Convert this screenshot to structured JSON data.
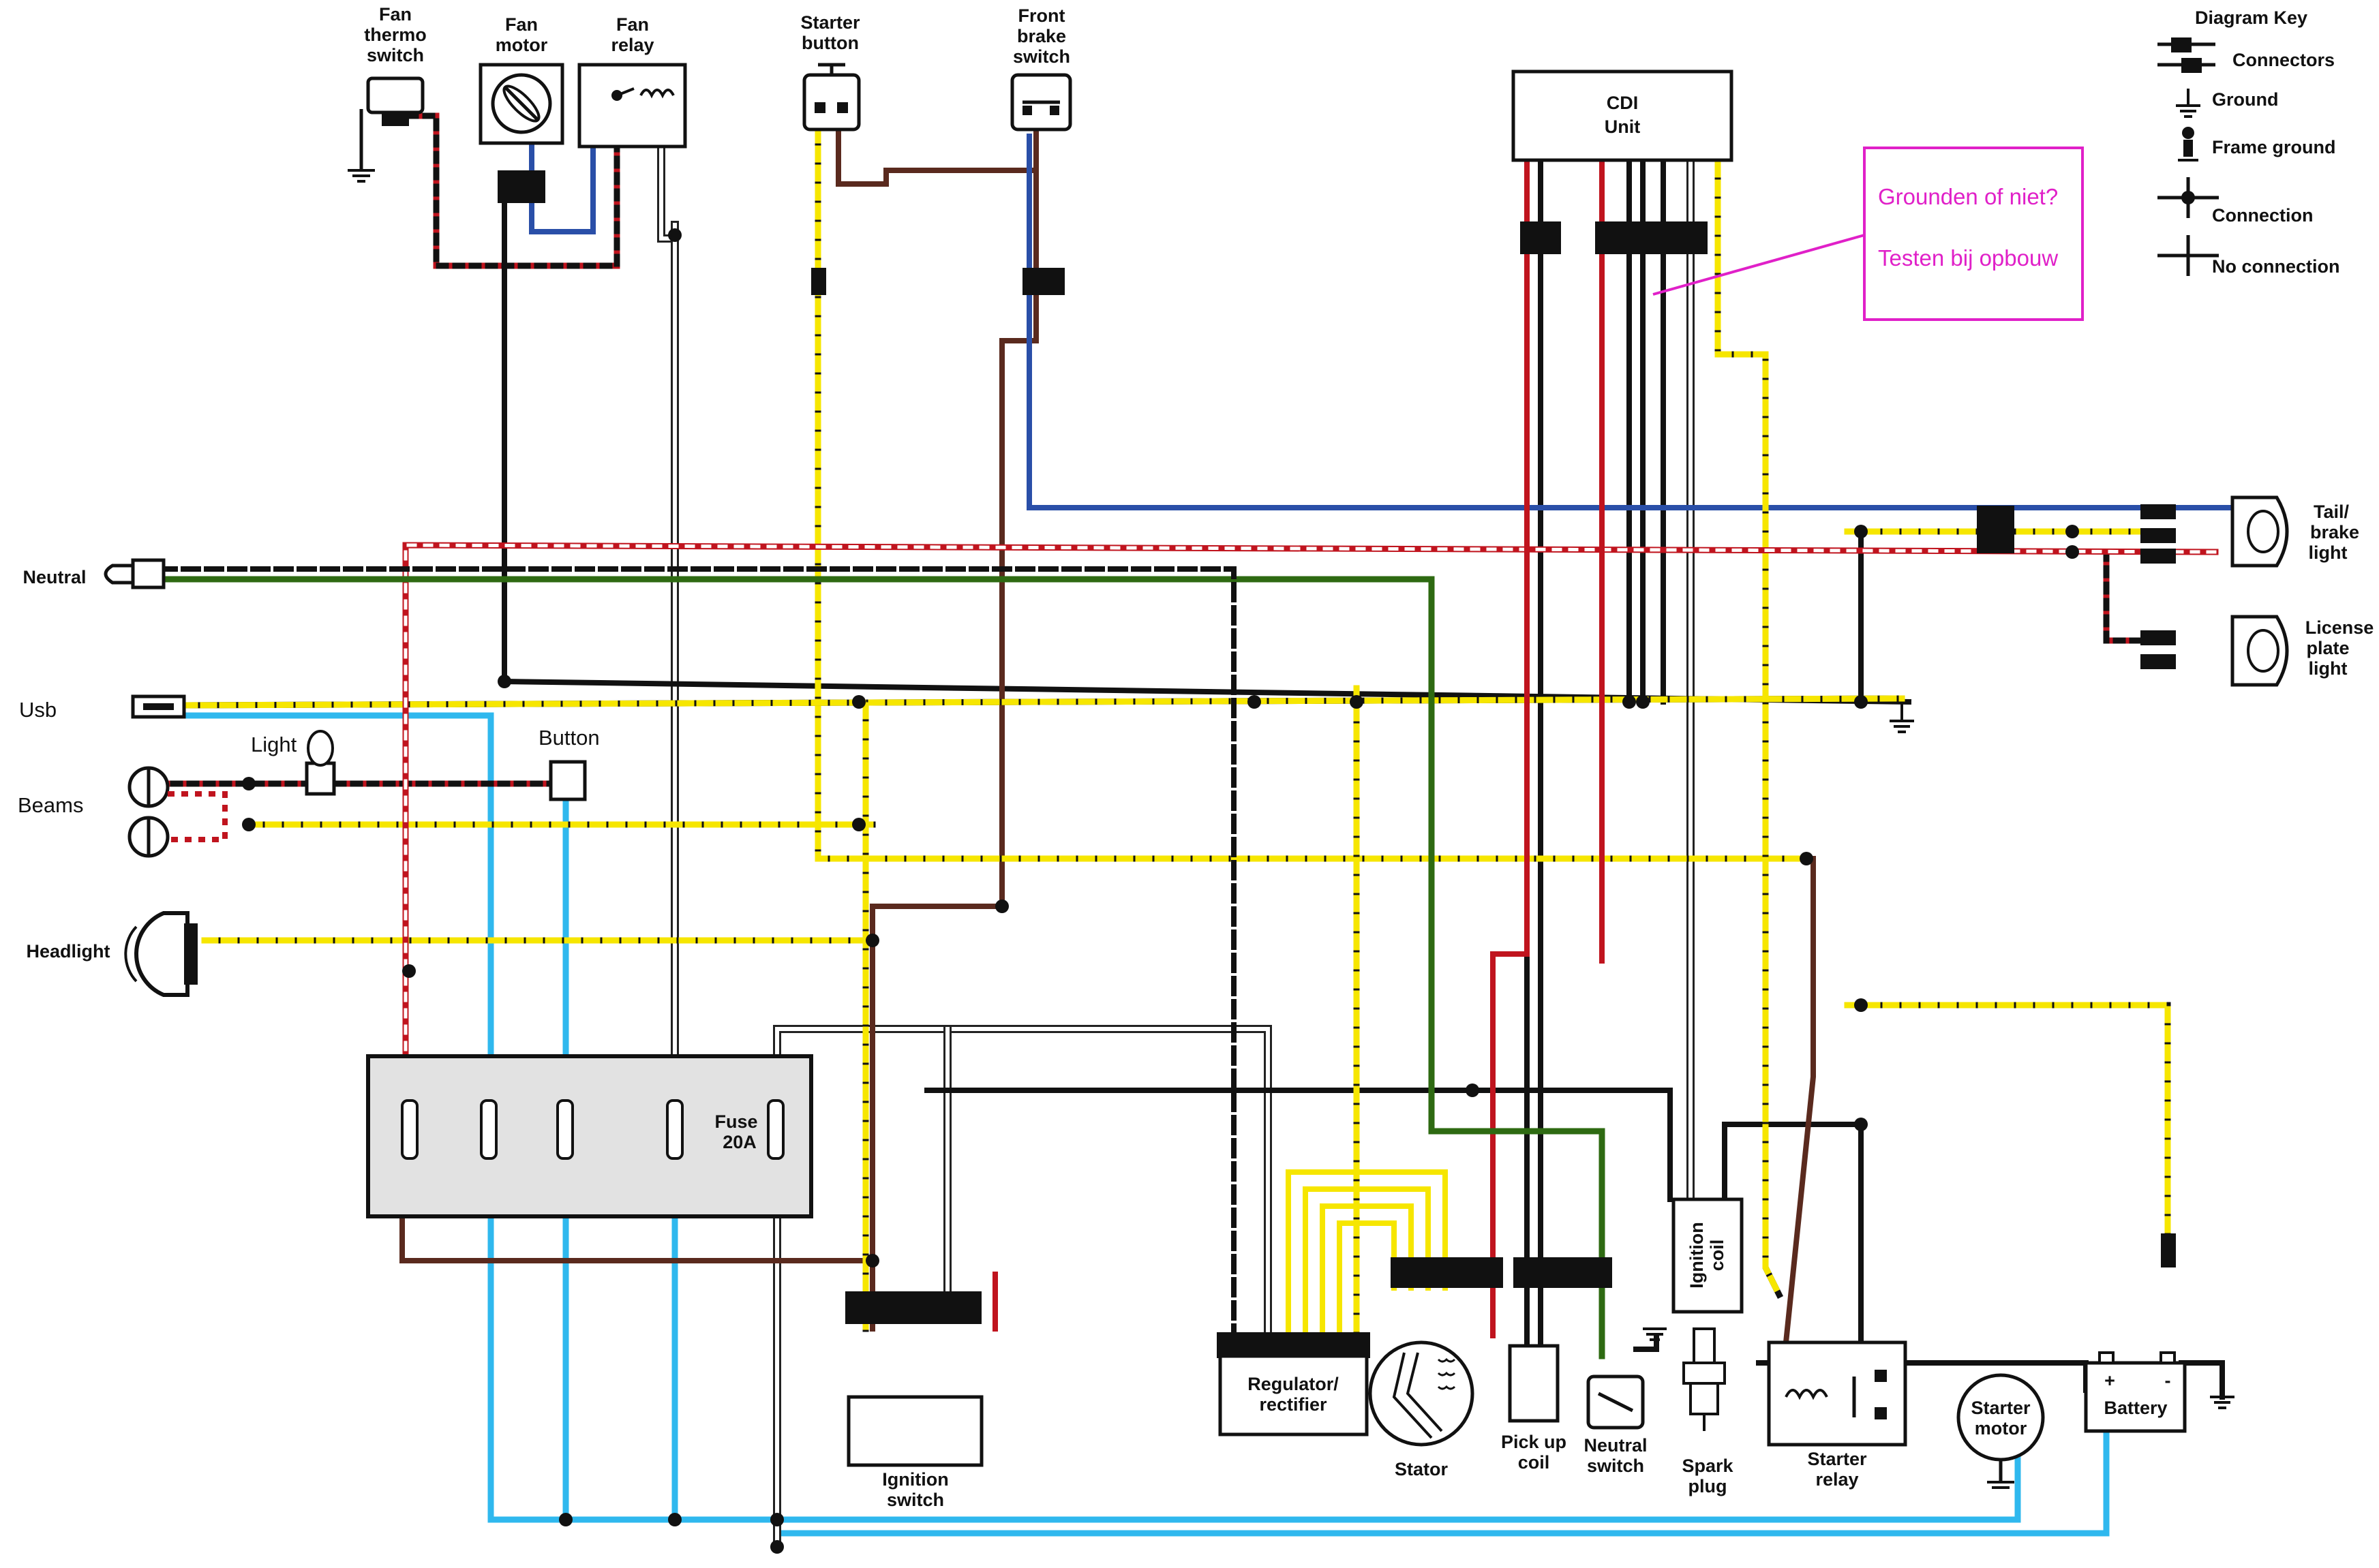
{
  "labels": {
    "fan_thermo_switch": [
      "Fan",
      "thermo",
      "switch"
    ],
    "fan_motor": [
      "Fan",
      "motor"
    ],
    "fan_relay": [
      "Fan",
      "relay"
    ],
    "starter_button": [
      "Starter",
      "button"
    ],
    "front_brake_switch": [
      "Front",
      "brake",
      "switch"
    ],
    "cdi_unit": [
      "CDI",
      "Unit"
    ],
    "neutral": "Neutral",
    "usb": "Usb",
    "light": "Light",
    "button": "Button",
    "beams": "Beams",
    "headlight": "Headlight",
    "fuse": [
      "Fuse",
      "20A"
    ],
    "ignition_switch": [
      "Ignition",
      "switch"
    ],
    "regulator_rectifier": [
      "Regulator/",
      "rectifier"
    ],
    "stator": "Stator",
    "pick_up_coil": [
      "Pick up",
      "coil"
    ],
    "neutral_switch": [
      "Neutral",
      "switch"
    ],
    "ignition_coil": [
      "Ignition",
      "coil"
    ],
    "spark_plug": [
      "Spark",
      "plug"
    ],
    "starter_relay": [
      "Starter",
      "relay"
    ],
    "starter_motor": [
      "Starter",
      "motor"
    ],
    "battery": "Battery",
    "battery_plus": "+",
    "battery_minus": "-",
    "tail_brake_light": [
      "Tail/",
      "brake",
      "light"
    ],
    "license_plate_light": [
      "License",
      "plate",
      "light"
    ]
  },
  "diagram_key": {
    "title": "Diagram Key",
    "connectors": "Connectors",
    "ground": "Ground",
    "frame_ground": "Frame ground",
    "connection": "Connection",
    "no_connection": "No connection"
  },
  "note": {
    "line1": "Grounden of niet?",
    "line2": "Testen bij opbouw"
  },
  "colors": {
    "black": "#111111",
    "red": "#c0141e",
    "brown": "#5a2a1e",
    "yellow": "#f6e600",
    "green": "#2e6a12",
    "blue": "#2a4fa8",
    "light_blue": "#2fb8ee",
    "white_wire": "#ffffff",
    "fuse_box_fill": "#e2e2e2",
    "note_magenta": "#e020c8"
  }
}
